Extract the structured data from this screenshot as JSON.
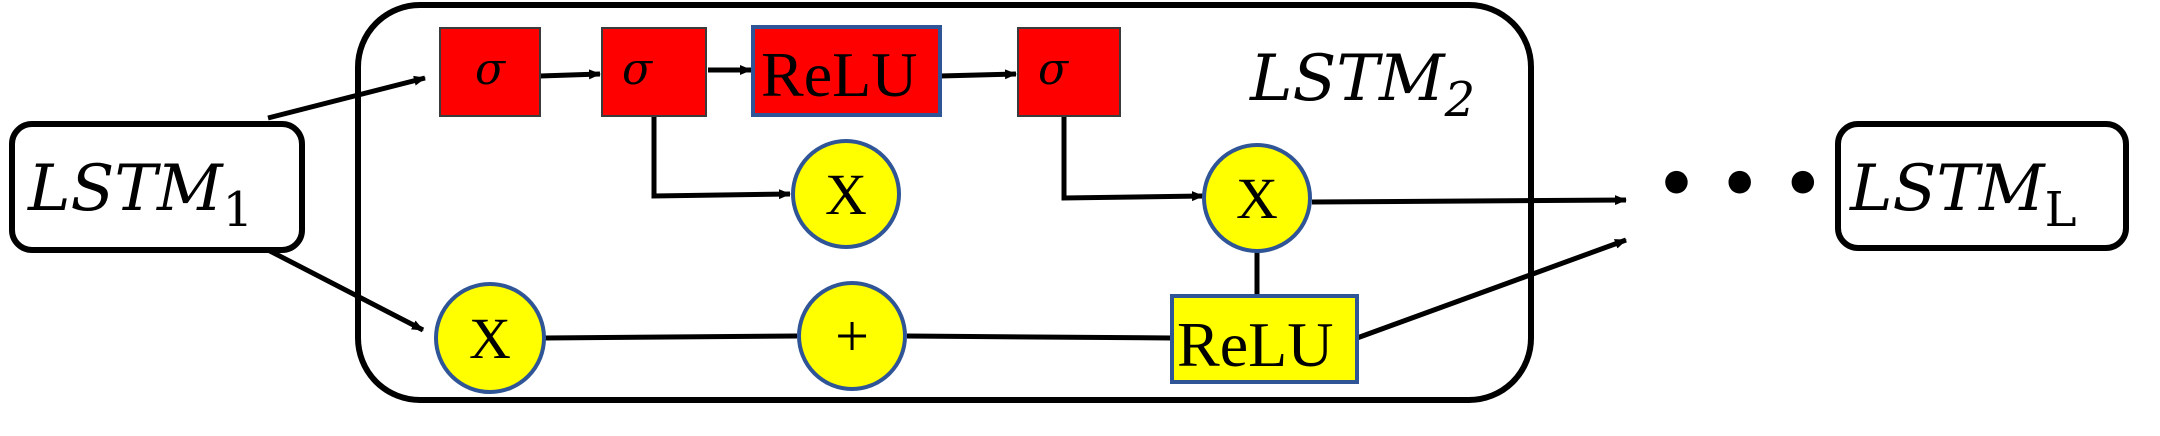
{
  "colors": {
    "gate_fill": "#ff0000",
    "op_fill": "#ffff00",
    "op_stroke": "#2f5597",
    "line": "#000000",
    "background": "#ffffff"
  },
  "outer_nodes": {
    "lstm1": {
      "base": "LSTM",
      "sub": "1"
    },
    "lstmL": {
      "base": "LSTM",
      "sub": "L"
    }
  },
  "inner_block": {
    "title": {
      "base": "LSTM",
      "sub": "2"
    },
    "gates": [
      {
        "id": "gate-1",
        "label": "σ"
      },
      {
        "id": "gate-2",
        "label": "σ"
      },
      {
        "id": "gate-3",
        "label": "ReLU"
      },
      {
        "id": "gate-4",
        "label": "σ"
      }
    ],
    "ops": [
      {
        "id": "mult-top-1",
        "label": "X"
      },
      {
        "id": "mult-top-2",
        "label": "X"
      },
      {
        "id": "mult-bottom",
        "label": "X"
      },
      {
        "id": "add-bottom",
        "label": "+"
      }
    ],
    "relu_box": {
      "label": "ReLU"
    }
  },
  "ellipsis": "• • •"
}
